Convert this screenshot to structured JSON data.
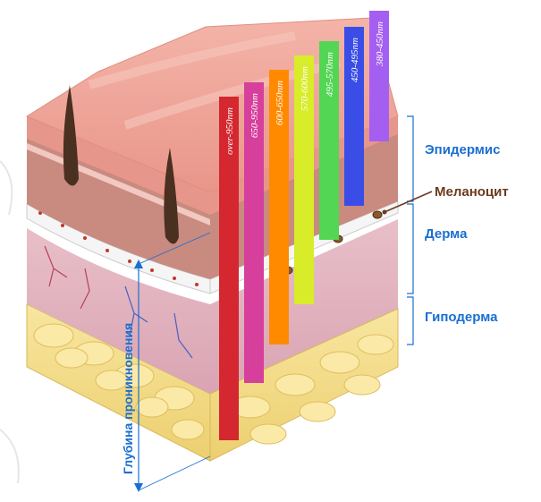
{
  "layers": {
    "epidermis": "Эпидермис",
    "melanocyte": "Меланоцит",
    "dermis": "Дерма",
    "hypodermis": "Гиподерма"
  },
  "depth_label": "Глубина проникновения",
  "beams": [
    {
      "label": "over-950nm",
      "color": "#d4272f"
    },
    {
      "label": "650-950nm",
      "color": "#d63f9c"
    },
    {
      "label": "600-650nm",
      "color": "#ff8a00"
    },
    {
      "label": "570-600nm",
      "color": "#d8ec29"
    },
    {
      "label": "495-570nm",
      "color": "#52d653"
    },
    {
      "label": "450-495nm",
      "color": "#3a4de6"
    },
    {
      "label": "380-450nm",
      "color": "#a55ff0"
    }
  ],
  "colors": {
    "label_blue": "#1a6fd1",
    "melanocyte_brown": "#6b3a1f",
    "epidermis_top": "#f0a59a",
    "dermis": "#e3b0bd",
    "hypodermis": "#f6e08c"
  }
}
